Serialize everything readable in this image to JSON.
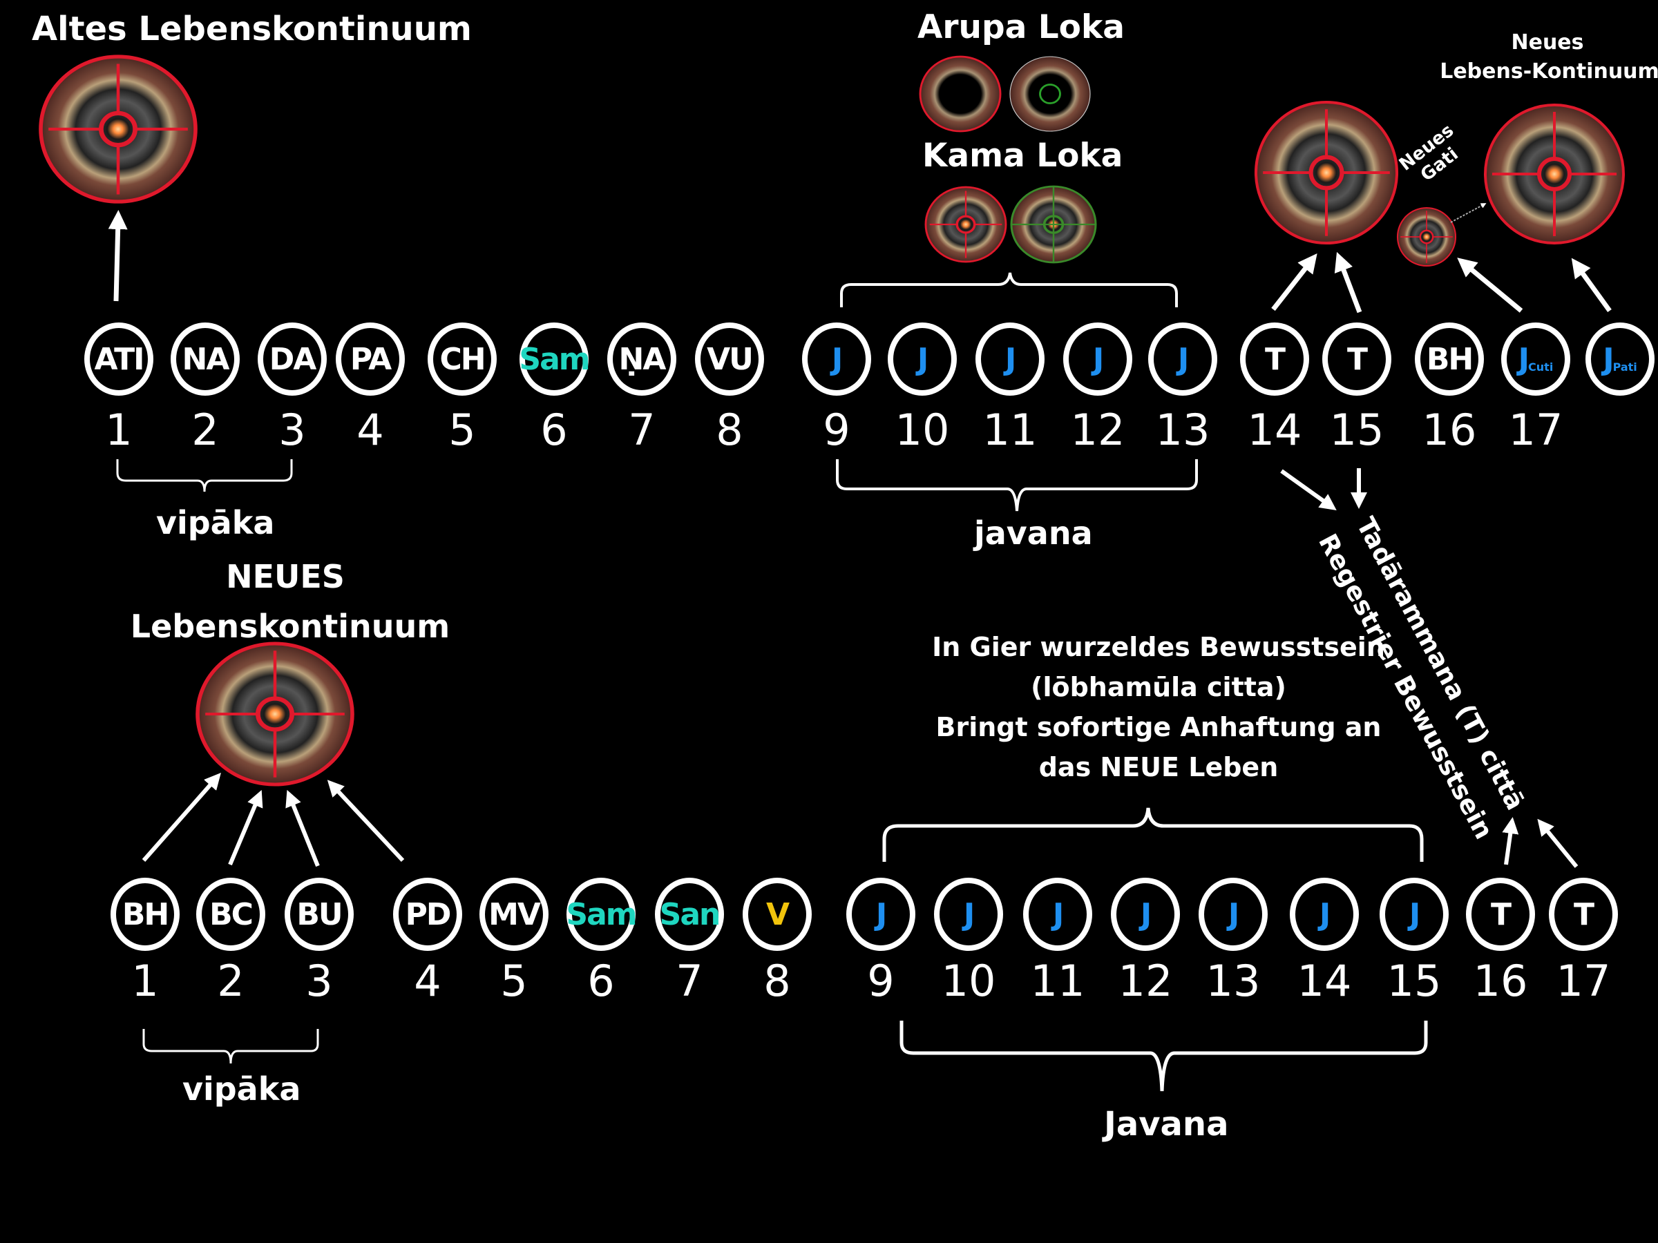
{
  "colors": {
    "background": "#000000",
    "foreground": "#ffffff",
    "ring": "#e0192c",
    "teal": "#1fd6c0",
    "blue": "#1e8ff0",
    "yellow": "#f2c40c",
    "green": "#3a8a2a"
  },
  "top": {
    "title_old": "Altes Lebenskontinuum",
    "arupa_title": "Arupa Loka",
    "kama_title": "Kama Loka",
    "new_gati": "Neues Gati",
    "new_continuum_line1": "Neues",
    "new_continuum_line2": "Lebens-Kontinuum",
    "bracket_vipaka": "vipāka",
    "bracket_javana": "javana",
    "nodes": [
      {
        "label": "ATI",
        "num": "1",
        "color": "white"
      },
      {
        "label": "NA",
        "num": "2",
        "color": "white"
      },
      {
        "label": "DA",
        "num": "3",
        "color": "white"
      },
      {
        "label": "PA",
        "num": "4",
        "color": "white"
      },
      {
        "label": "CH",
        "num": "5",
        "color": "white"
      },
      {
        "label": "Sam",
        "num": "6",
        "color": "teal"
      },
      {
        "label": "ṆA",
        "num": "7",
        "color": "white"
      },
      {
        "label": "VU",
        "num": "8",
        "color": "white"
      },
      {
        "label": "J",
        "num": "9",
        "color": "blue"
      },
      {
        "label": "J",
        "num": "10",
        "color": "blue"
      },
      {
        "label": "J",
        "num": "11",
        "color": "blue"
      },
      {
        "label": "J",
        "num": "12",
        "color": "blue"
      },
      {
        "label": "J",
        "num": "13",
        "color": "blue"
      },
      {
        "label": "T",
        "num": "14",
        "color": "white"
      },
      {
        "label": "T",
        "num": "15",
        "color": "white"
      },
      {
        "label": "BH",
        "num": "16",
        "color": "white"
      },
      {
        "label": "J",
        "sub": "Cuti",
        "num": "17",
        "color": "blue"
      },
      {
        "label": "J",
        "sub": "Pati",
        "num": "",
        "color": "blue"
      }
    ]
  },
  "bottom": {
    "title_line1": "NEUES",
    "title_line2": "Lebenskontinuum",
    "bracket_vipaka": "vipāka",
    "bracket_javana": "Javana",
    "note_lines": [
      "In Gier wurzeldes Bewusstsein",
      "(lōbhamūla citta)",
      "Bringt sofortige Anhaftung an",
      "das NEUE Leben"
    ],
    "nodes": [
      {
        "label": "BH",
        "num": "1",
        "color": "white"
      },
      {
        "label": "BC",
        "num": "2",
        "color": "white"
      },
      {
        "label": "BU",
        "num": "3",
        "color": "white"
      },
      {
        "label": "PD",
        "num": "4",
        "color": "white"
      },
      {
        "label": "MV",
        "num": "5",
        "color": "white"
      },
      {
        "label": "Sam",
        "num": "6",
        "color": "teal"
      },
      {
        "label": "San",
        "num": "7",
        "color": "teal"
      },
      {
        "label": "V",
        "num": "8",
        "color": "yellow"
      },
      {
        "label": "J",
        "num": "9",
        "color": "blue"
      },
      {
        "label": "J",
        "num": "10",
        "color": "blue"
      },
      {
        "label": "J",
        "num": "11",
        "color": "blue"
      },
      {
        "label": "J",
        "num": "12",
        "color": "blue"
      },
      {
        "label": "J",
        "num": "13",
        "color": "blue"
      },
      {
        "label": "J",
        "num": "14",
        "color": "blue"
      },
      {
        "label": "J",
        "num": "15",
        "color": "blue"
      },
      {
        "label": "T",
        "num": "16",
        "color": "white"
      },
      {
        "label": "T",
        "num": "17",
        "color": "white"
      }
    ]
  },
  "diagonal": {
    "line1": "Tadārammana (T) cittā",
    "line2": "Regestrier Bewusstsein"
  }
}
